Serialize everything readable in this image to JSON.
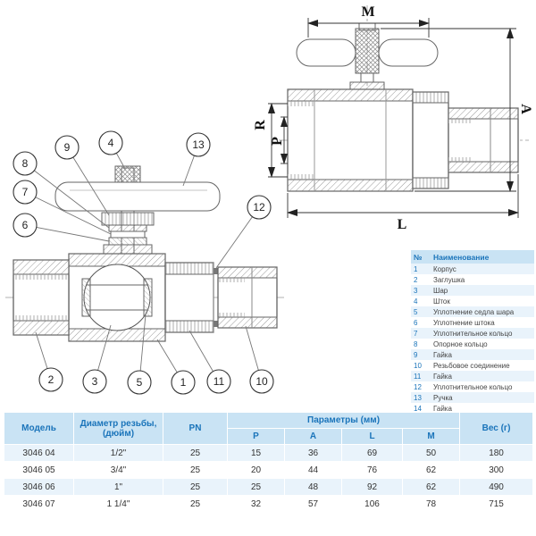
{
  "diagram": {
    "callouts": {
      "c1": "1",
      "c2": "2",
      "c3": "3",
      "c4": "4",
      "c5": "5",
      "c6": "6",
      "c7": "7",
      "c8": "8",
      "c9": "9",
      "c10": "10",
      "c11": "11",
      "c12": "12",
      "c13": "13"
    },
    "dim_labels": {
      "m": "M",
      "a": "A",
      "r": "R",
      "p": "P",
      "l": "L"
    }
  },
  "parts_table": {
    "headers": {
      "num": "№",
      "name": "Наименование"
    },
    "rows": [
      {
        "num": "1",
        "name": "Корпус"
      },
      {
        "num": "2",
        "name": "Заглушка"
      },
      {
        "num": "3",
        "name": "Шар"
      },
      {
        "num": "4",
        "name": "Шток"
      },
      {
        "num": "5",
        "name": "Уплотнение седла шара"
      },
      {
        "num": "6",
        "name": "Уплотнение штока"
      },
      {
        "num": "7",
        "name": "Уплотнительное кольцо"
      },
      {
        "num": "8",
        "name": "Опорное кольцо"
      },
      {
        "num": "9",
        "name": "Гайка"
      },
      {
        "num": "10",
        "name": "Резьбовое соединение"
      },
      {
        "num": "11",
        "name": "Гайка"
      },
      {
        "num": "12",
        "name": "Уплотнительное кольцо"
      },
      {
        "num": "13",
        "name": "Ручка"
      },
      {
        "num": "14",
        "name": "Гайка"
      }
    ]
  },
  "spec_table": {
    "headers": {
      "model": "Модель",
      "diameter": "Диаметр резьбы, (дюйм)",
      "pn": "PN",
      "params": "Параметры (мм)",
      "p": "P",
      "a": "A",
      "l": "L",
      "m": "M",
      "weight": "Вес (г)"
    },
    "rows": [
      {
        "model": "3046 04",
        "diameter": "1/2\"",
        "pn": "25",
        "p": "15",
        "a": "36",
        "l": "69",
        "m": "50",
        "weight": "180"
      },
      {
        "model": "3046 05",
        "diameter": "3/4\"",
        "pn": "25",
        "p": "20",
        "a": "44",
        "l": "76",
        "m": "62",
        "weight": "300"
      },
      {
        "model": "3046 06",
        "diameter": "1\"",
        "pn": "25",
        "p": "25",
        "a": "48",
        "l": "92",
        "m": "62",
        "weight": "490"
      },
      {
        "model": "3046 07",
        "diameter": "1 1/4\"",
        "pn": "25",
        "p": "32",
        "a": "57",
        "l": "106",
        "m": "78",
        "weight": "715"
      }
    ]
  }
}
